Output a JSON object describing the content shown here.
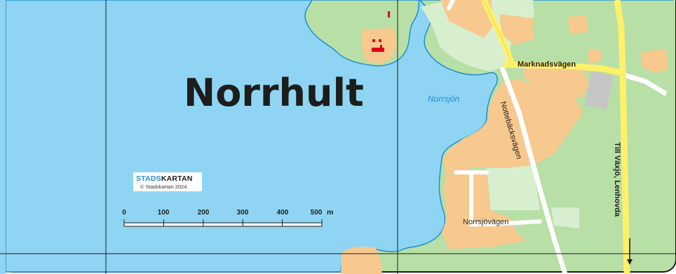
{
  "map": {
    "town_name": "Norrhult",
    "lake_name": "Norrsjön",
    "roads": {
      "marknadsvagen": "Marknadsvägen",
      "nottebacksvagen": "Nottebäcksvägen",
      "norrsjovagen": "Norrsjövägen",
      "direction": "Till Växjö, Lenhovda"
    },
    "logo": {
      "brand_part1": "STADS",
      "brand_part2": "KARTAN",
      "copyright": "© Stadskartan 2024"
    },
    "scale_bar": {
      "labels": [
        "0",
        "100",
        "200",
        "300",
        "400",
        "500"
      ],
      "unit": "m"
    },
    "colors": {
      "water": "#8fd5f3",
      "shoreline": "#1e8fd6",
      "land_green": "#b7dfa6",
      "built_area": "#f7c98f",
      "road_main": "#fff06a",
      "road_minor": "#ffffff",
      "text": "#1d1d1b"
    }
  }
}
